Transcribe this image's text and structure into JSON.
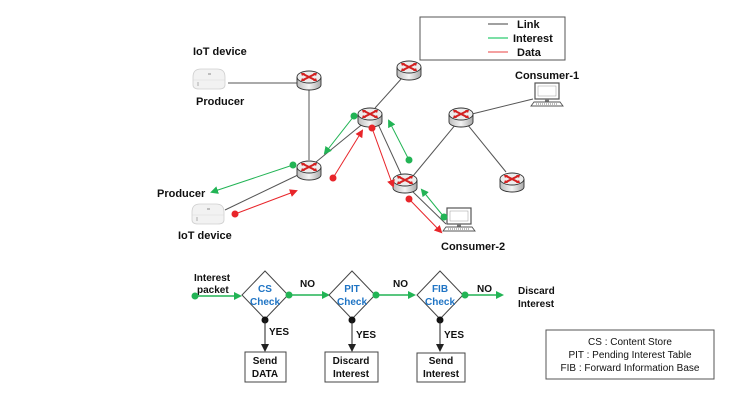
{
  "legend": {
    "items": [
      {
        "label": "Link",
        "color": "#808080"
      },
      {
        "label": "Interest",
        "color": "#2ecc71"
      },
      {
        "label": "Data",
        "color": "#f03030"
      }
    ]
  },
  "colors": {
    "link": "#555555",
    "interest": "#22b455",
    "data": "#e8252a",
    "router_arrow": "#d42020",
    "flow_text": "#1f74c4"
  },
  "network": {
    "iot_top_label": "IoT device",
    "producer_top_label": "Producer",
    "producer_bottom_label": "Producer",
    "iot_bottom_label": "IoT device",
    "consumer1_label": "Consumer-1",
    "consumer2_label": "Consumer-2"
  },
  "flow": {
    "input_label_line1": "Interest",
    "input_label_line2": "packet",
    "steps": [
      {
        "line1": "CS",
        "line2": "Check",
        "yes": "YES",
        "no": "NO",
        "result_line1": "Send",
        "result_line2": "DATA"
      },
      {
        "line1": "PIT",
        "line2": "Check",
        "yes": "YES",
        "no": "NO",
        "result_line1": "Discard",
        "result_line2": "Interest"
      },
      {
        "line1": "FIB",
        "line2": "Check",
        "yes": "YES",
        "no": "NO",
        "result_line1": "Send",
        "result_line2": "Interest"
      }
    ],
    "final_line1": "Discard",
    "final_line2": "Interest"
  },
  "glossary": [
    "CS : Content Store",
    "PIT : Pending Interest Table",
    "FIB : Forward Information Base"
  ]
}
